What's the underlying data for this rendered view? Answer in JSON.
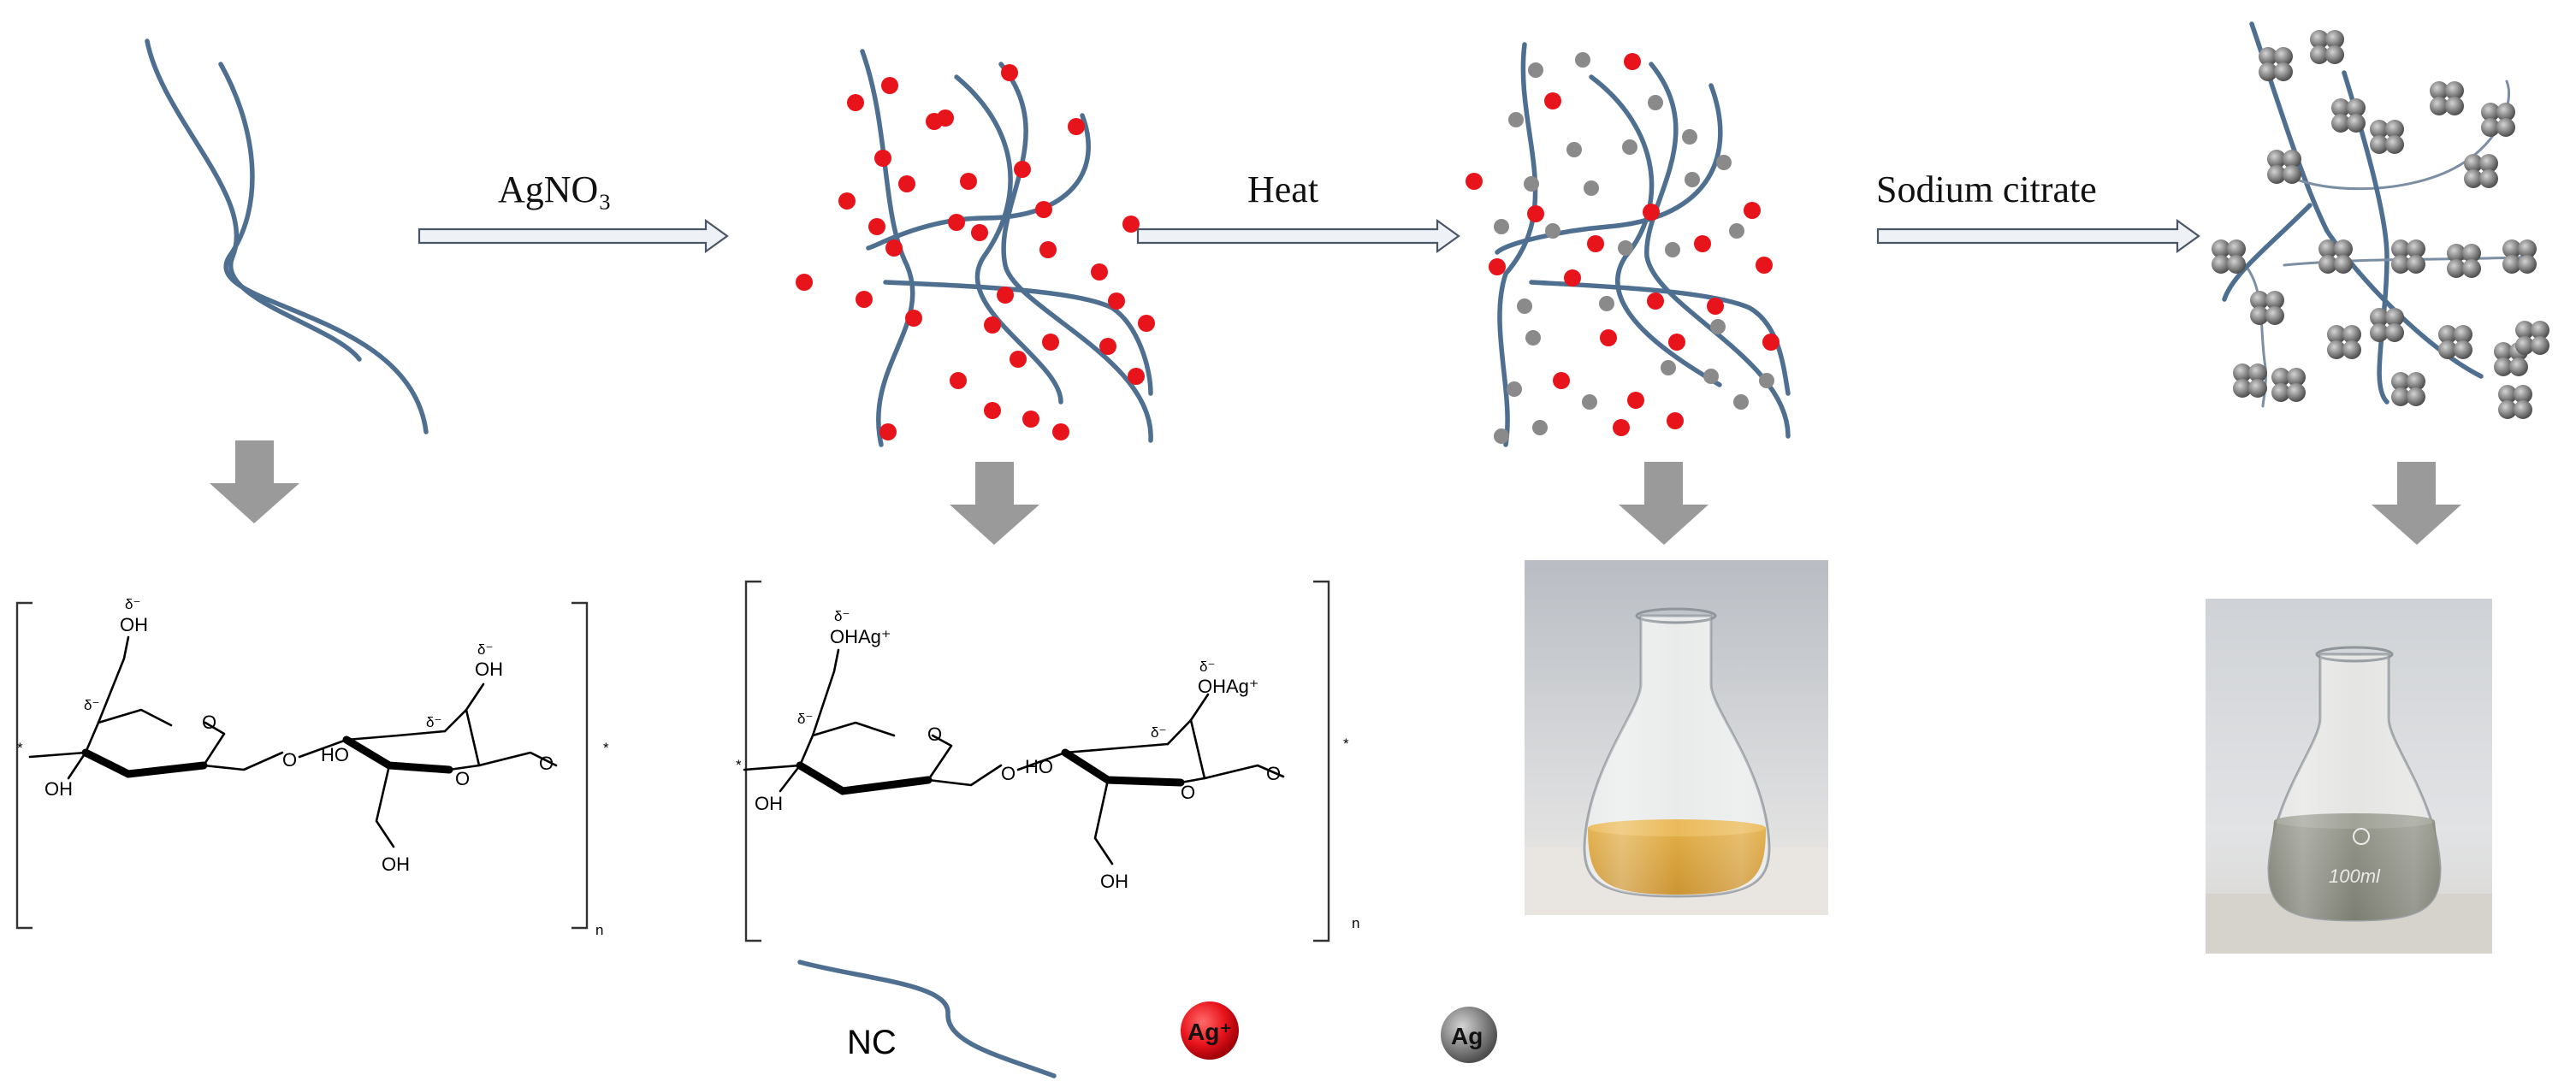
{
  "steps": {
    "step1": {
      "label": "AgNO₃"
    },
    "step2": {
      "label": "Heat"
    },
    "step3": {
      "label": "Sodium citrate"
    }
  },
  "structures": {
    "cellulose": {
      "oh_top_left": "OH",
      "delta_top_left": "δ⁻",
      "delta_ring_left": "δ⁻",
      "oh_left": "OH",
      "oh_top_right": "OH",
      "delta_top_right": "δ⁻",
      "ho_mid": "HO",
      "delta_ring_right": "δ⁻",
      "oh_bottom": "OH",
      "repeat_n": "n",
      "ring_o": "O",
      "bridge_o": "O",
      "end_star": "*"
    },
    "cellulose_ag": {
      "oh_top_left": "OHAg⁺",
      "delta_top_left": "δ⁻",
      "delta_ring_left": "δ⁻",
      "oh_left": "OH",
      "oh_top_right": "OHAg⁺",
      "delta_top_right": "δ⁻",
      "ho_mid": "HO",
      "delta_ring_right": "δ⁻",
      "oh_bottom": "OH",
      "repeat_n": "n",
      "ring_o": "O",
      "bridge_o": "O",
      "end_star": "*"
    }
  },
  "photos": {
    "flask_final": {
      "marking": "100ml"
    }
  },
  "legend": {
    "nc_label": "NC",
    "ag_ion_label": "Ag⁺",
    "ag_label": "Ag"
  },
  "colors": {
    "fiber": "#4f6f91",
    "ag_ion": "#e8141c",
    "ag_atom": "#8a8a8a",
    "arrow_down": "#9a9a9a"
  }
}
